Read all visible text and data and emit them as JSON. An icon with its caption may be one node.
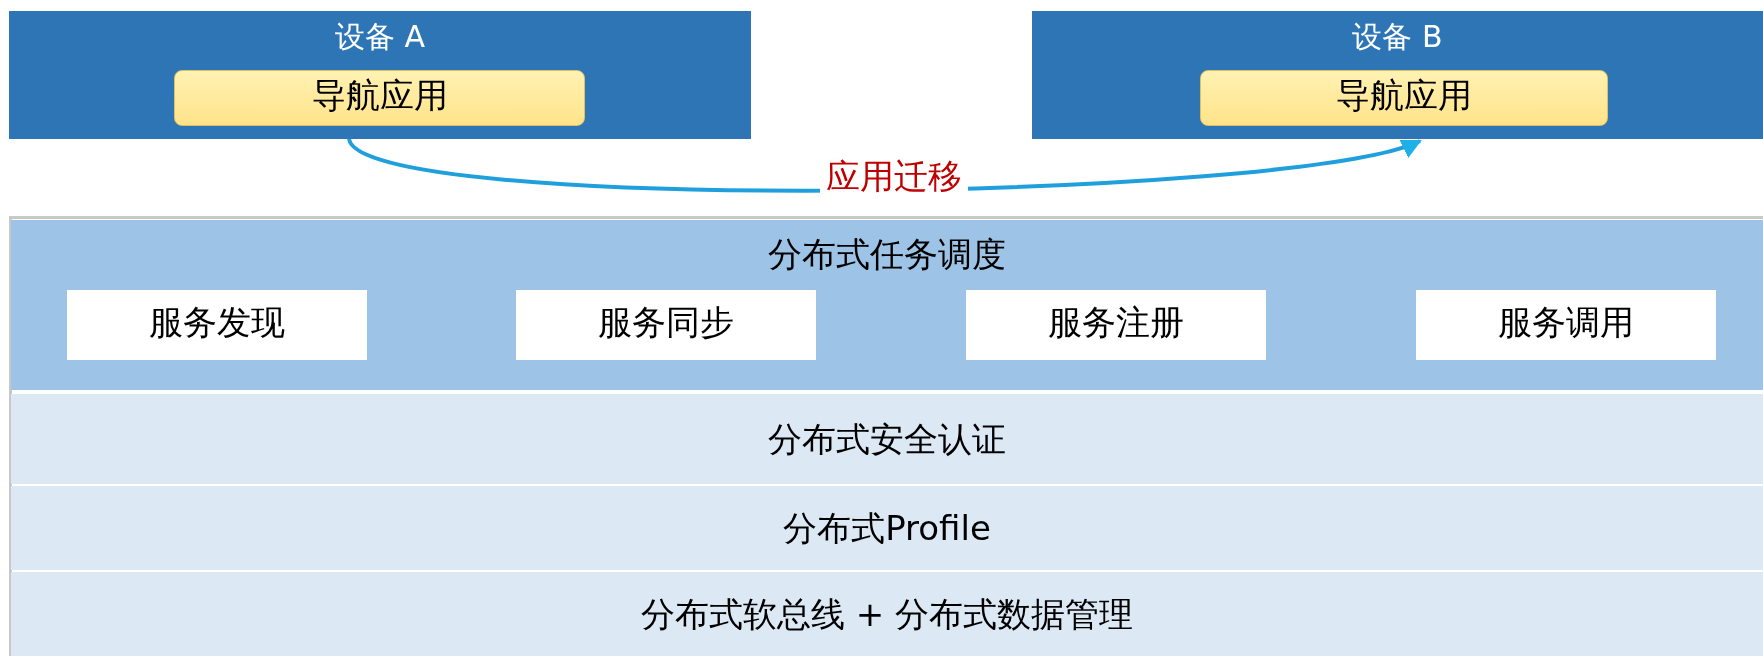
{
  "diagram": {
    "nodes": [
      {
        "text": [
          "设备 A"
        ]
      },
      {
        "text": [
          "导航应用"
        ],
        "in": 0
      },
      {
        "text": [
          "设备 B"
        ]
      },
      {
        "text": [
          "导航应用"
        ],
        "in": 2
      },
      {
        "text": [
          "分布式任务调度"
        ]
      },
      {
        "text": [
          "服务发现"
        ],
        "in": 4
      },
      {
        "text": [
          "服务同步"
        ],
        "in": 4
      },
      {
        "text": [
          "服务注册"
        ],
        "in": 4
      },
      {
        "text": [
          "服务调用"
        ],
        "in": 4
      },
      {
        "text": [
          "分布式安全认证"
        ]
      },
      {
        "text": [
          "分布式Profile"
        ]
      },
      {
        "text": [
          "分布式软总线 + 分布式数据管理"
        ]
      }
    ],
    "edges": [
      {
        "from": 0,
        "to": 2,
        "arrow": "to",
        "label": "应用迁移"
      }
    ]
  }
}
